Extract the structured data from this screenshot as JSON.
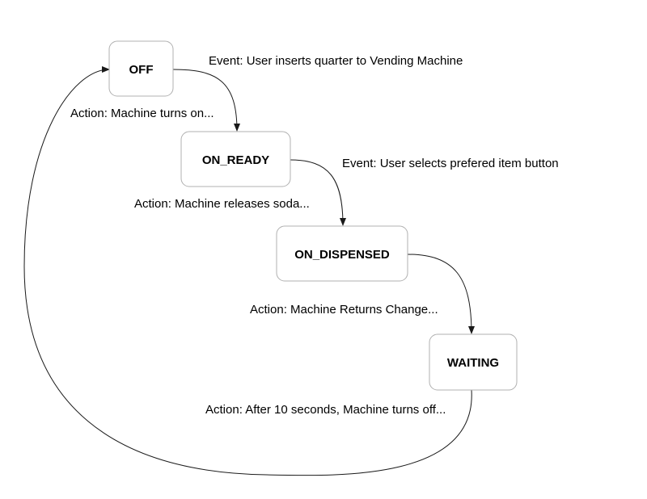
{
  "diagram": {
    "states": {
      "off": "OFF",
      "on_ready": "ON_READY",
      "on_dispensed": "ON_DISPENSED",
      "waiting": "WAITING"
    },
    "labels": {
      "event_insert_quarter": "Event: User inserts quarter to Vending Machine",
      "action_turns_on": "Action: Machine turns on...",
      "event_select_item": "Event: User selects prefered item button",
      "action_releases_soda": "Action: Machine releases soda...",
      "action_returns_change": "Action: Machine Returns Change...",
      "action_turns_off": "Action: After 10 seconds, Machine turns off..."
    },
    "colors": {
      "node_border": "#b0b0b0",
      "node_fill": "#ffffff",
      "edge": "#1a1a1a",
      "text": "#000000"
    }
  }
}
